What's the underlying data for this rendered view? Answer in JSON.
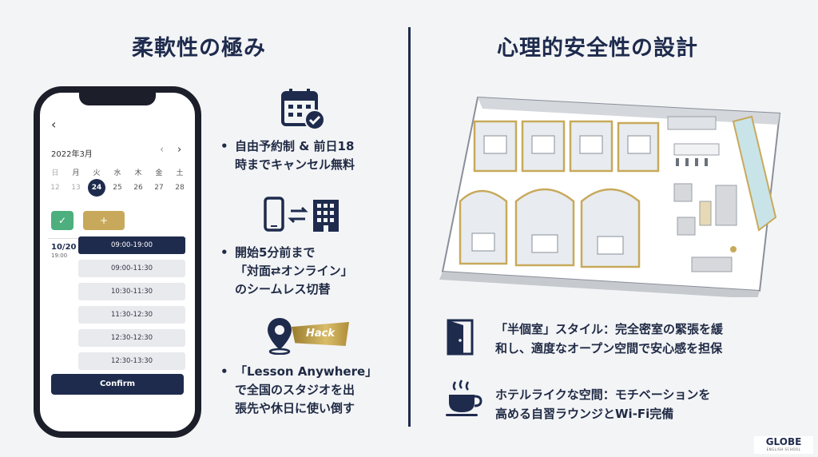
{
  "left": {
    "title": "柔軟性の極み",
    "phone": {
      "month": "2022年3月",
      "weekdays": [
        "日",
        "月",
        "火",
        "水",
        "木",
        "金",
        "土"
      ],
      "dates": [
        "12",
        "13",
        "24",
        "25",
        "26",
        "27",
        "28"
      ],
      "selected_date": "24",
      "check_label": "✓",
      "plus_label": "+",
      "slot_date": "10/20",
      "slot_time": "19:00",
      "slots": [
        "09:00-19:00",
        "09:00-11:30",
        "10:30-11:30",
        "11:30-12:30",
        "12:30-12:30",
        "12:30-13:30"
      ],
      "confirm_label": "Confirm"
    },
    "features": [
      {
        "icon": "calendar-check-icon",
        "lines": [
          "自由予約制 & 前日18",
          "時までキャンセル無料"
        ]
      },
      {
        "icon": "phone-switch-building-icon",
        "lines": [
          "開始5分前まで",
          "「対面⇄オンライン」",
          "のシームレス切替"
        ]
      },
      {
        "icon": "map-pin-icon",
        "badge": "Hack",
        "lines": [
          "「Lesson Anywhere」",
          "で全国のスタジオを出",
          "張先や休日に使い倒す"
        ]
      }
    ]
  },
  "right": {
    "title": "心理的安全性の設計",
    "features": [
      {
        "icon": "door-icon",
        "lines": [
          "「半個室」スタイル：完全密室の緊張を緩",
          "和し、適度なオープン空間で安心感を担保"
        ]
      },
      {
        "icon": "coffee-cup-icon",
        "lines": [
          "ホテルライクな空間：モチベーションを",
          "高める自習ラウンジとWi-Fi完備"
        ]
      }
    ]
  },
  "logo": {
    "main": "GLOBE",
    "sub": "ENGLISH SCHOOL"
  },
  "colors": {
    "navy": "#1e2b4d",
    "gold": "#c8a95b",
    "green": "#4caf7d",
    "background": "#f3f4f6"
  }
}
